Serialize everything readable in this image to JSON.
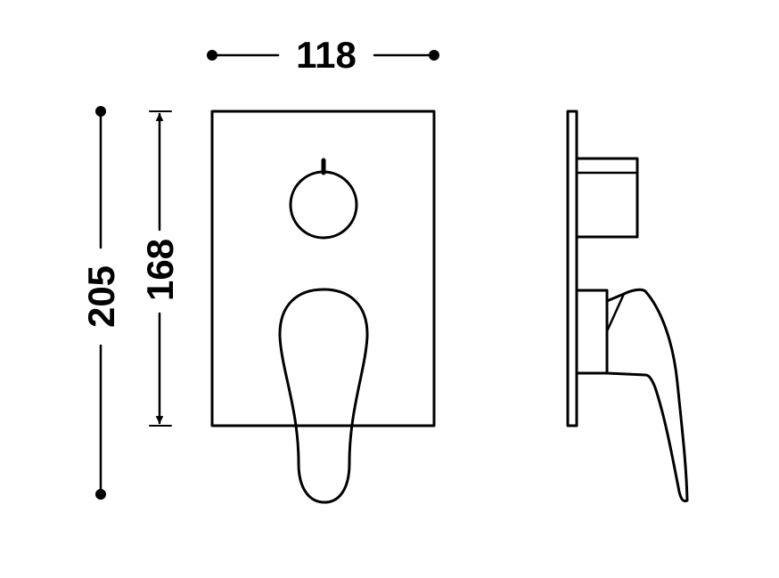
{
  "dimensions": {
    "width": "118",
    "total_height": "205",
    "plate_height": "168"
  },
  "colors": {
    "line": "#000000",
    "background": "#ffffff"
  }
}
